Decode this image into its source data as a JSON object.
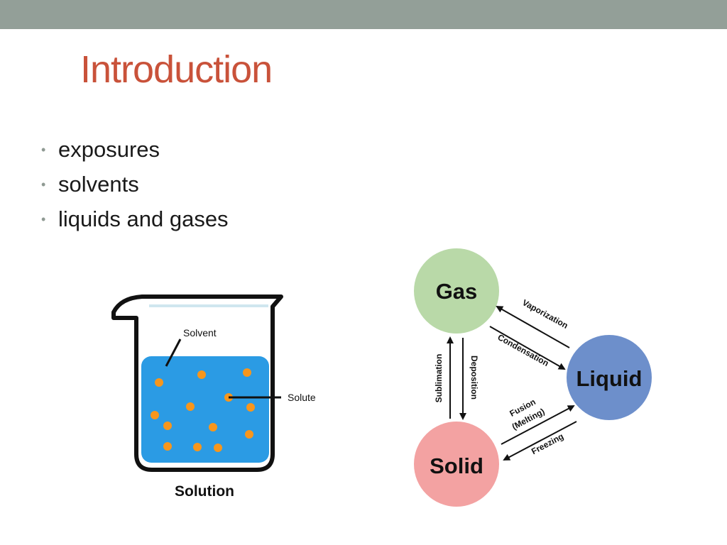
{
  "slide": {
    "title": "Introduction",
    "bullets": [
      "exposures",
      "solvents",
      "liquids and gases"
    ]
  },
  "beaker_figure": {
    "solvent_label": "Solvent",
    "solute_label": "Solute",
    "caption": "Solution",
    "liquid_color": "#2b9be4",
    "particle_color": "#f7961c"
  },
  "phase_diagram": {
    "states": {
      "gas": {
        "label": "Gas",
        "color": "#b9d9a8"
      },
      "liquid": {
        "label": "Liquid",
        "color": "#6d8fcb"
      },
      "solid": {
        "label": "Solid",
        "color": "#f3a2a2"
      }
    },
    "transitions": {
      "vaporization": "Vaporization",
      "condensation": "Condensation",
      "sublimation": "Sublimation",
      "deposition": "Deposition",
      "fusion": "Fusion",
      "melting": "(Melting)",
      "freezing": "Freezing"
    }
  },
  "theme": {
    "title_color": "#c9523a",
    "band_color": "#939f98"
  }
}
